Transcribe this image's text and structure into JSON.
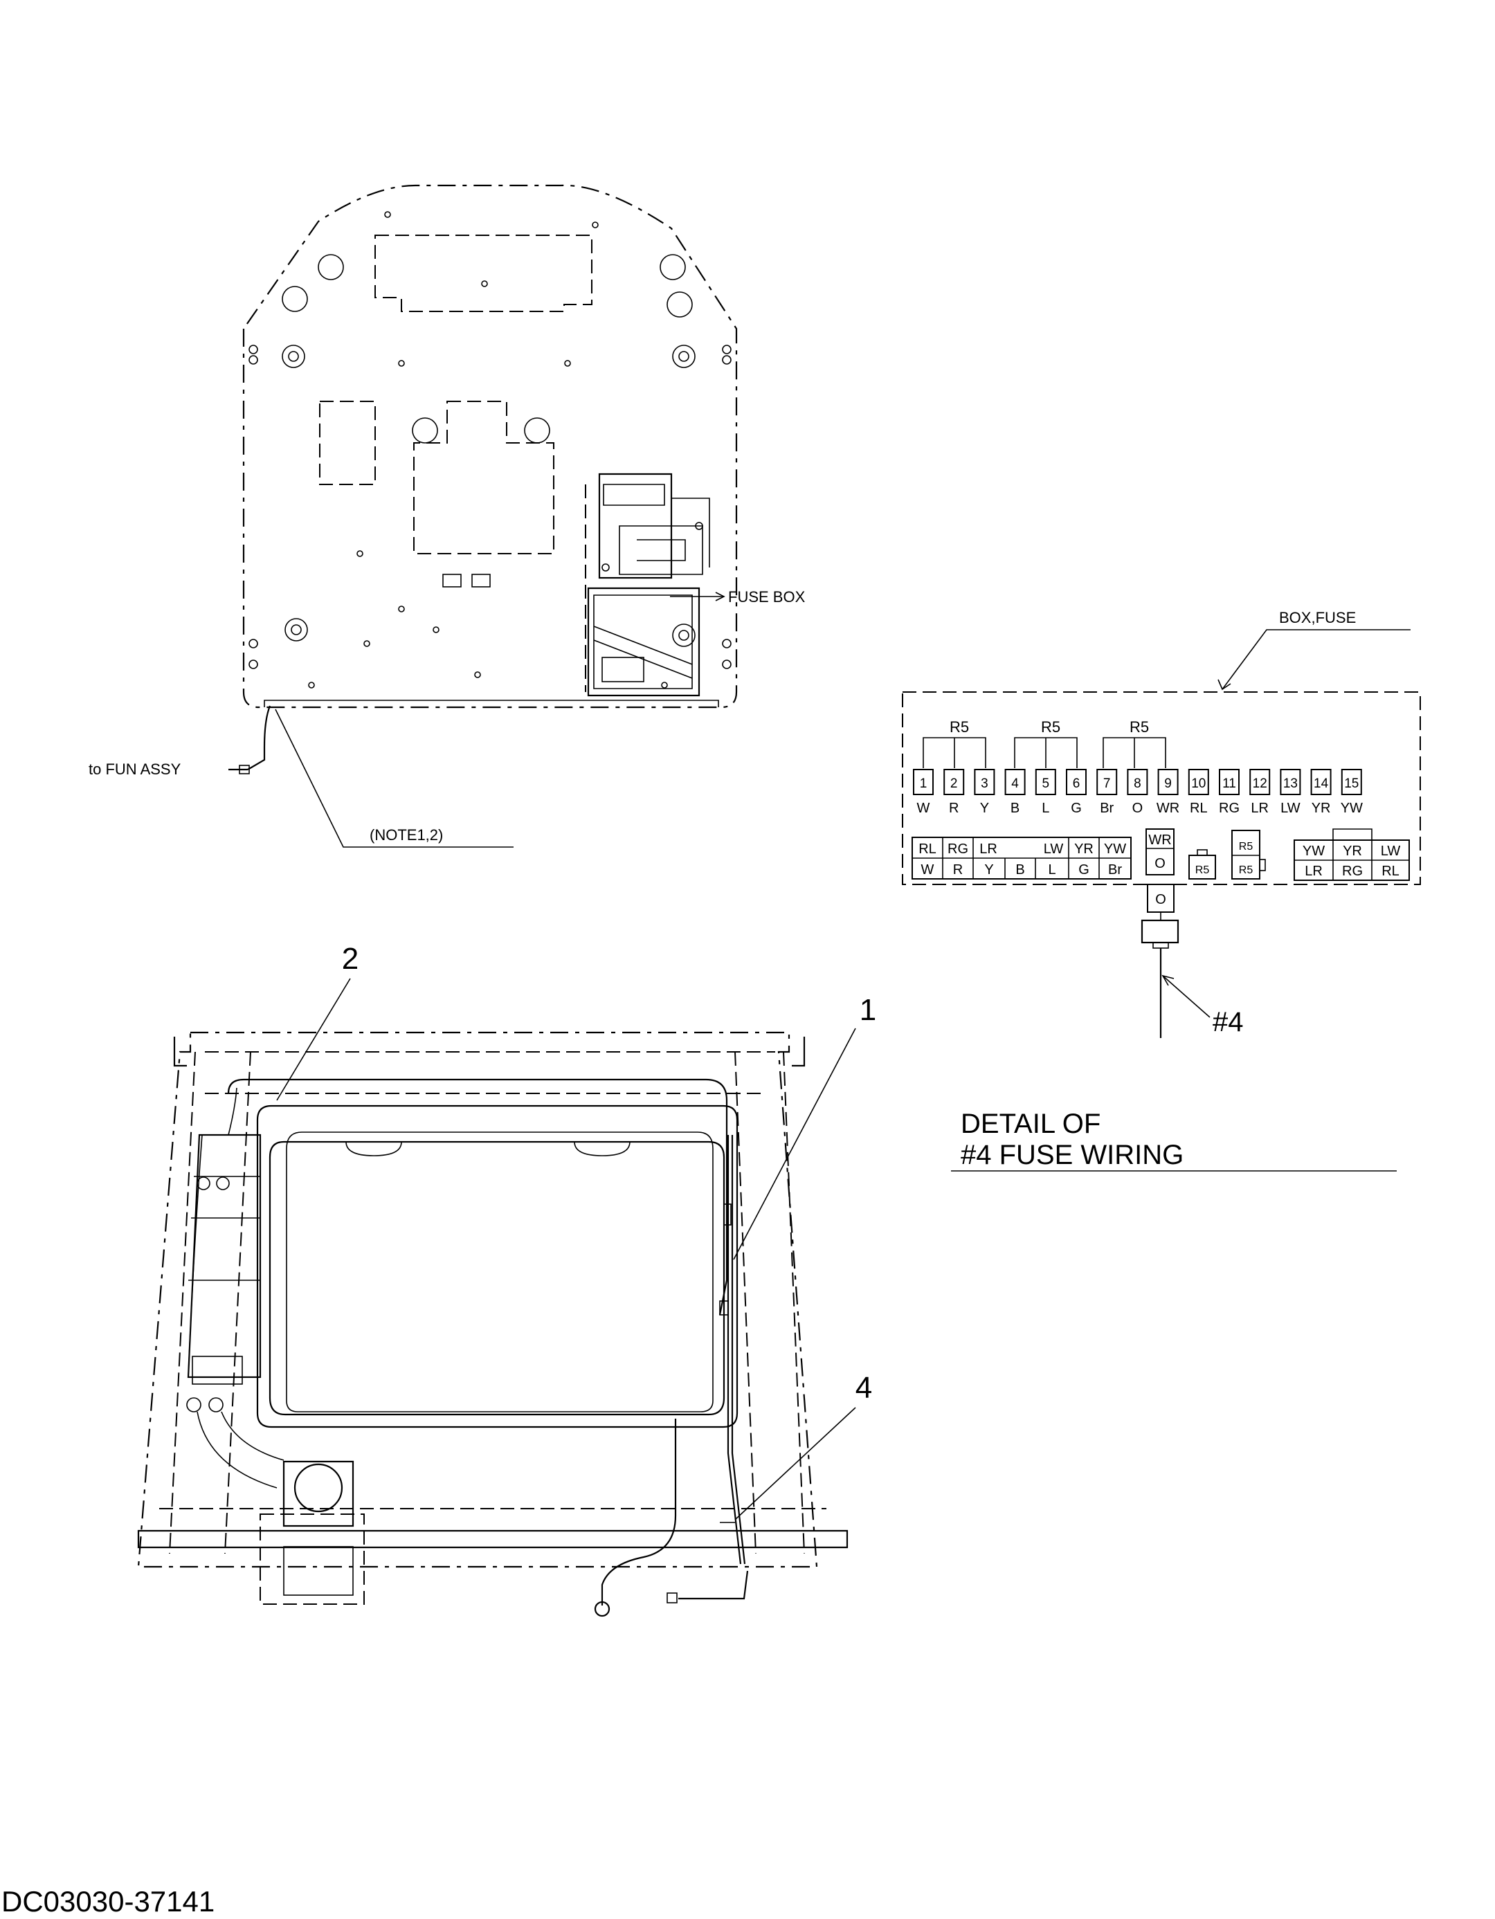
{
  "drawing_number": "DC03030-37141",
  "callouts": {
    "fuse_box": "FUSE BOX",
    "to_fun_assy": "to FUN ASSY",
    "note": "(NOTE1,2)",
    "box_fuse": "BOX,FUSE",
    "fuse_wire": "#4",
    "item_1": "1",
    "item_2": "2",
    "item_4": "4"
  },
  "detail_title": {
    "line1": "DETAIL OF",
    "line2": "#4 FUSE WIRING"
  },
  "fuse_detail": {
    "resistor_label": "R5",
    "fuses": [
      {
        "num": "1",
        "wire": "W"
      },
      {
        "num": "2",
        "wire": "R"
      },
      {
        "num": "3",
        "wire": "Y"
      },
      {
        "num": "4",
        "wire": "B"
      },
      {
        "num": "5",
        "wire": "L"
      },
      {
        "num": "6",
        "wire": "G"
      },
      {
        "num": "7",
        "wire": "Br"
      },
      {
        "num": "8",
        "wire": "O"
      },
      {
        "num": "9",
        "wire": "WR"
      },
      {
        "num": "10",
        "wire": "RL"
      },
      {
        "num": "11",
        "wire": "RG"
      },
      {
        "num": "12",
        "wire": "LR"
      },
      {
        "num": "13",
        "wire": "LW"
      },
      {
        "num": "14",
        "wire": "YR"
      },
      {
        "num": "15",
        "wire": "YW"
      }
    ],
    "left_connector_top": [
      "RL",
      "RG",
      "LR",
      "",
      "LW",
      "YR",
      "YW"
    ],
    "left_connector_bottom": [
      "W",
      "R",
      "Y",
      "B",
      "L",
      "G",
      "Br"
    ],
    "center_connector_top": "WR",
    "center_connector_bottom": "O",
    "small_connector": "R5",
    "relay_top": "R5",
    "relay_bottom": "R5",
    "right_connector_top": [
      "YW",
      "YR",
      "LW"
    ],
    "right_connector_bottom": [
      "LR",
      "RG",
      "RL"
    ],
    "plug_label": "O"
  }
}
